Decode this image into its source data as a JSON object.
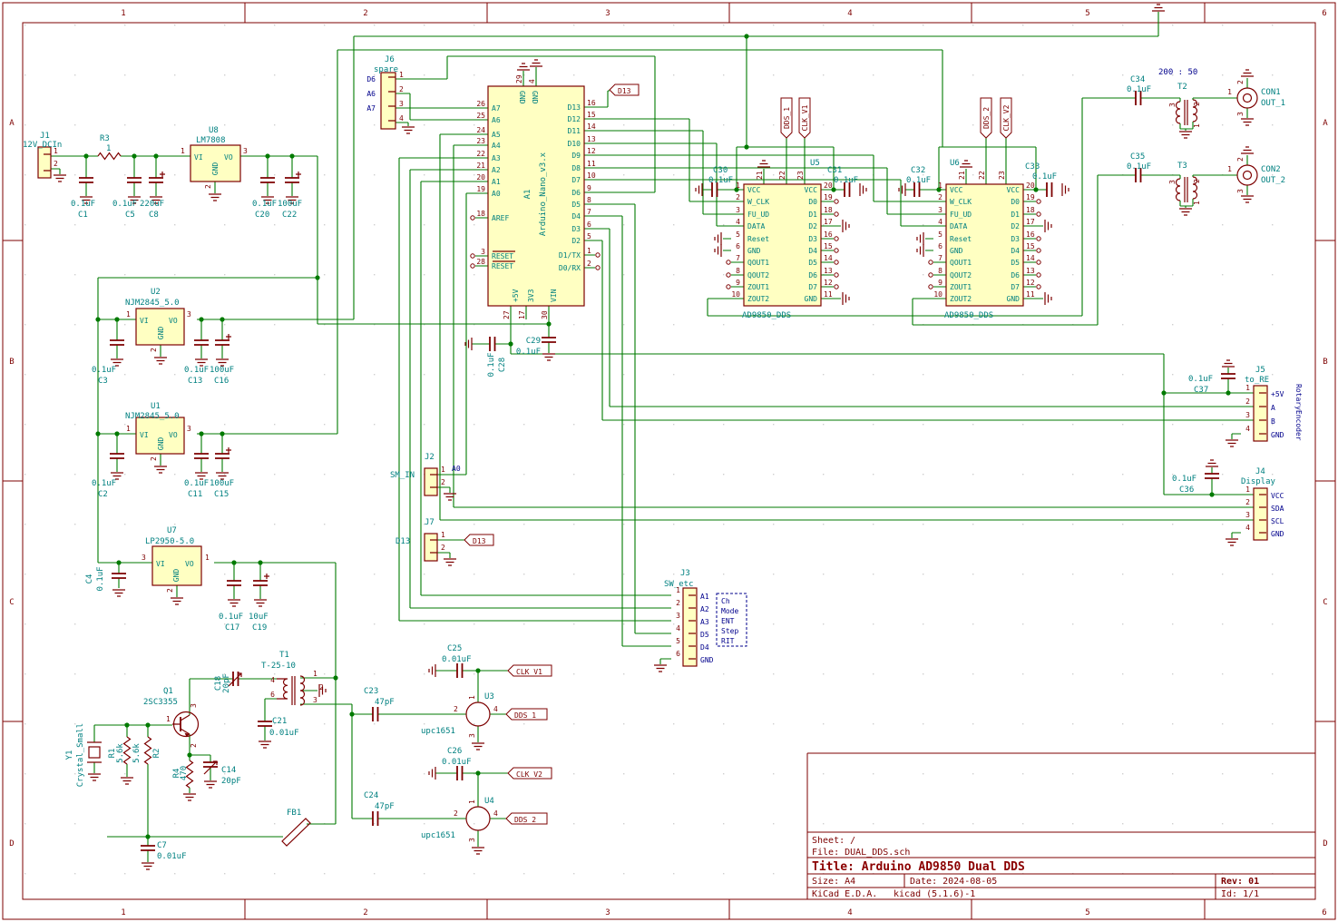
{
  "colors": {
    "wire": "#007a00",
    "outline": "#7d0000",
    "body_fill": "#ffffc2",
    "value_text": "#008080",
    "label_text": "#00008c",
    "title_text": "#8b0000"
  },
  "sheet": {
    "cols": [
      "1",
      "2",
      "3",
      "4",
      "5",
      "6"
    ],
    "rows": [
      "A",
      "B",
      "C",
      "D"
    ]
  },
  "tb": {
    "sheet": "Sheet: /",
    "file": "File: DUAL_DDS.sch",
    "title": "Title: Arduino AD9850 Dual DDS",
    "size": "Size: A4",
    "date": "Date: 2024-08-05",
    "rev": "Rev: 01",
    "tool": "KiCad E.D.A.",
    "version": "kicad (5.1.6)-1",
    "id": "Id: 1/1"
  },
  "j1": {
    "ref": "J1",
    "val": "12V_DCIn",
    "p": [
      "1",
      "2"
    ]
  },
  "r3": {
    "ref": "R3",
    "val": "1"
  },
  "u8": {
    "ref": "U8",
    "val": "LM7808",
    "pl": "1",
    "pr": "3",
    "pb": "2",
    "vi": "VI",
    "vo": "VO",
    "gnd": "GND"
  },
  "u2": {
    "ref": "U2",
    "val": "NJM2845_5.0",
    "pl": "1",
    "pr": "3",
    "pb": "2",
    "vi": "VI",
    "vo": "VO",
    "gnd": "GND"
  },
  "u1": {
    "ref": "U1",
    "val": "NJM2845_5.0",
    "pl": "1",
    "pr": "3",
    "pb": "2",
    "vi": "VI",
    "vo": "VO",
    "gnd": "GND"
  },
  "u7": {
    "ref": "U7",
    "val": "LP2950-5.0",
    "pl": "3",
    "pr": "1",
    "pb": "2",
    "vi": "VI",
    "vo": "VO",
    "gnd": "GND"
  },
  "caps": {
    "c1": [
      "0.1uF",
      "C1"
    ],
    "c5": [
      "0.1uF",
      "C5"
    ],
    "c8": [
      "220uF",
      "C8"
    ],
    "c20": [
      "0.1uF",
      "C20"
    ],
    "c22": [
      "100uF",
      "C22"
    ],
    "c3": [
      "0.1uF",
      "C3"
    ],
    "c13": [
      "0.1uF",
      "C13"
    ],
    "c16": [
      "100uF",
      "C16"
    ],
    "c2": [
      "0.1uF",
      "C2"
    ],
    "c11": [
      "0.1uF",
      "C11"
    ],
    "c15": [
      "100uF",
      "C15"
    ],
    "c4": [
      "C4",
      "0.1uF"
    ],
    "c17": [
      "0.1uF",
      "C17"
    ],
    "c19": [
      "10uF",
      "C19"
    ],
    "c28": [
      "0.1uF",
      "C28"
    ],
    "c29": [
      "C29",
      "0.1uF"
    ],
    "c30": [
      "C30",
      "0.1uF"
    ],
    "c31": [
      "C31",
      "0.1uF"
    ],
    "c32": [
      "C32",
      "0.1uF"
    ],
    "c33": [
      "C33",
      "0.1uF"
    ],
    "c34": [
      "C34",
      "0.1uF"
    ],
    "c35": [
      "C35",
      "0.1uF"
    ],
    "c36": [
      "0.1uF",
      "C36"
    ],
    "c37": [
      "0.1uF",
      "C37"
    ],
    "c7": [
      "C7",
      "0.01uF"
    ],
    "c21": [
      "C21",
      "0.01uF"
    ],
    "c14": [
      "C14",
      "20pF"
    ],
    "c18": [
      "C18",
      "20pF"
    ],
    "c23": [
      "C23",
      "47pF"
    ],
    "c24": [
      "C24",
      "47pF"
    ],
    "c25": [
      "C25",
      "0.01uF"
    ],
    "c26": [
      "C26",
      "0.01uF"
    ]
  },
  "j6": {
    "ref": "J6",
    "val": "spare",
    "p": [
      "1",
      "2",
      "3",
      "4"
    ],
    "nets": [
      "D6",
      "A6",
      "A7"
    ]
  },
  "a1": {
    "ref": "A1",
    "val": "Arduino_Nano_v3.x",
    "tag": "D13",
    "l": [
      [
        "26",
        "A7"
      ],
      [
        "25",
        "A6"
      ],
      [
        "24",
        "A5"
      ],
      [
        "23",
        "A4"
      ],
      [
        "22",
        "A3"
      ],
      [
        "21",
        "A2"
      ],
      [
        "20",
        "A1"
      ],
      [
        "19",
        "A0"
      ]
    ],
    "aref": [
      "18",
      "AREF"
    ],
    "rst1": [
      "3",
      "RESET"
    ],
    "rst2": [
      "28",
      "RESET"
    ],
    "r": [
      [
        "16",
        "D13"
      ],
      [
        "15",
        "D12"
      ],
      [
        "14",
        "D11"
      ],
      [
        "13",
        "D10"
      ],
      [
        "12",
        "D9"
      ],
      [
        "11",
        "D8"
      ],
      [
        "10",
        "D7"
      ],
      [
        "9",
        "D6"
      ],
      [
        "8",
        "D5"
      ],
      [
        "7",
        "D4"
      ],
      [
        "6",
        "D3"
      ],
      [
        "5",
        "D2"
      ],
      [
        "1",
        "D1/TX"
      ],
      [
        "2",
        "D0/RX"
      ]
    ],
    "top": [
      [
        "29",
        "GND"
      ],
      [
        "4",
        "GND"
      ]
    ],
    "bot": [
      [
        "27",
        "+5V"
      ],
      [
        "17",
        "3V3"
      ],
      [
        "30",
        "VIN"
      ]
    ]
  },
  "u5": {
    "ref": "U5",
    "val": "AD9850_DDS",
    "t": [
      "21",
      "22",
      "23"
    ],
    "tags": [
      "DDS_1",
      "CLK_V1"
    ],
    "l": [
      [
        "1",
        "VCC"
      ],
      [
        "2",
        "W_CLK"
      ],
      [
        "3",
        "FU_UD"
      ],
      [
        "4",
        "DATA"
      ],
      [
        "5",
        "Reset"
      ],
      [
        "6",
        "GND"
      ],
      [
        "7",
        "QOUT1"
      ],
      [
        "8",
        "QOUT2"
      ],
      [
        "9",
        "ZOUT1"
      ],
      [
        "10",
        "ZOUT2"
      ]
    ],
    "r": [
      [
        "20",
        "VCC"
      ],
      [
        "19",
        "D0"
      ],
      [
        "18",
        "D1"
      ],
      [
        "17",
        "D2"
      ],
      [
        "16",
        "D3"
      ],
      [
        "15",
        "D4"
      ],
      [
        "14",
        "D5"
      ],
      [
        "13",
        "D6"
      ],
      [
        "12",
        "D7"
      ],
      [
        "11",
        "GND"
      ]
    ]
  },
  "u6": {
    "ref": "U6",
    "val": "AD9850_DDS",
    "t": [
      "21",
      "22",
      "23"
    ],
    "tags": [
      "DDS_2",
      "CLK_V2"
    ],
    "l": [
      [
        "1",
        "VCC"
      ],
      [
        "2",
        "W_CLK"
      ],
      [
        "3",
        "FU_UD"
      ],
      [
        "4",
        "DATA"
      ],
      [
        "5",
        "Reset"
      ],
      [
        "6",
        "GND"
      ],
      [
        "7",
        "QOUT1"
      ],
      [
        "8",
        "QOUT2"
      ],
      [
        "9",
        "ZOUT1"
      ],
      [
        "10",
        "ZOUT2"
      ]
    ],
    "r": [
      [
        "20",
        "VCC"
      ],
      [
        "19",
        "D0"
      ],
      [
        "18",
        "D1"
      ],
      [
        "17",
        "D2"
      ],
      [
        "16",
        "D3"
      ],
      [
        "15",
        "D4"
      ],
      [
        "14",
        "D5"
      ],
      [
        "13",
        "D6"
      ],
      [
        "12",
        "D7"
      ],
      [
        "11",
        "GND"
      ]
    ]
  },
  "t2": {
    "ref": "T2",
    "ratio": "200 : 50",
    "p": [
      "3",
      "2",
      "1"
    ]
  },
  "t3": {
    "ref": "T3",
    "p": [
      "3",
      "2",
      "1"
    ]
  },
  "con1": {
    "ref": "CON1",
    "val": "OUT_1",
    "p": [
      "1",
      "2",
      "3"
    ]
  },
  "con2": {
    "ref": "CON2",
    "val": "OUT_2",
    "p": [
      "1",
      "2",
      "3"
    ]
  },
  "j2": {
    "ref": "J2",
    "val": "SM_IN",
    "p": [
      "1",
      "2"
    ],
    "net": "A0"
  },
  "j7": {
    "ref": "J7",
    "val": "D13",
    "p": [
      "1",
      "2"
    ],
    "tag": "D13"
  },
  "j3": {
    "ref": "J3",
    "val": "SW_etc",
    "p": [
      "1",
      "2",
      "3",
      "4",
      "5",
      "6"
    ],
    "nets": [
      "A1",
      "A2",
      "A3",
      "D5",
      "D4",
      "GND"
    ],
    "note": [
      "Ch",
      "Mode",
      "ENT",
      "Step",
      "RIT"
    ]
  },
  "j5": {
    "ref": "J5",
    "val": "to_RE",
    "p": [
      "1",
      "2",
      "3",
      "4"
    ],
    "nets": [
      "+5V",
      "A",
      "B",
      "GND"
    ],
    "note": "RotaryEncoder"
  },
  "j4": {
    "ref": "J4",
    "val": "Display",
    "p": [
      "1",
      "2",
      "3",
      "4"
    ],
    "nets": [
      "VCC",
      "SDA",
      "SCL",
      "GND"
    ]
  },
  "osc": {
    "y1": [
      "Y1",
      "Crystal_Small"
    ],
    "r1": [
      "R1",
      "5.6k"
    ],
    "r2": [
      "5.6k",
      "R2"
    ],
    "r4": [
      "R4",
      "470"
    ],
    "q1": {
      "ref": "Q1",
      "val": "2SC3355",
      "p": [
        "1",
        "2",
        "3"
      ]
    },
    "t1": {
      "ref": "T1",
      "val": "T-25-10",
      "pl": [
        "4",
        "6"
      ],
      "pr": [
        "1",
        "2",
        "3"
      ]
    },
    "fb1": "FB1"
  },
  "u3": {
    "ref": "U3",
    "val": "upc1651",
    "p": [
      "1",
      "2",
      "3",
      "4"
    ],
    "tags": [
      "CLK_V1",
      "DDS_1"
    ]
  },
  "u4": {
    "ref": "U4",
    "val": "upc1651",
    "p": [
      "1",
      "2",
      "3",
      "4"
    ],
    "tags": [
      "CLK_V2",
      "DDS_2"
    ]
  }
}
